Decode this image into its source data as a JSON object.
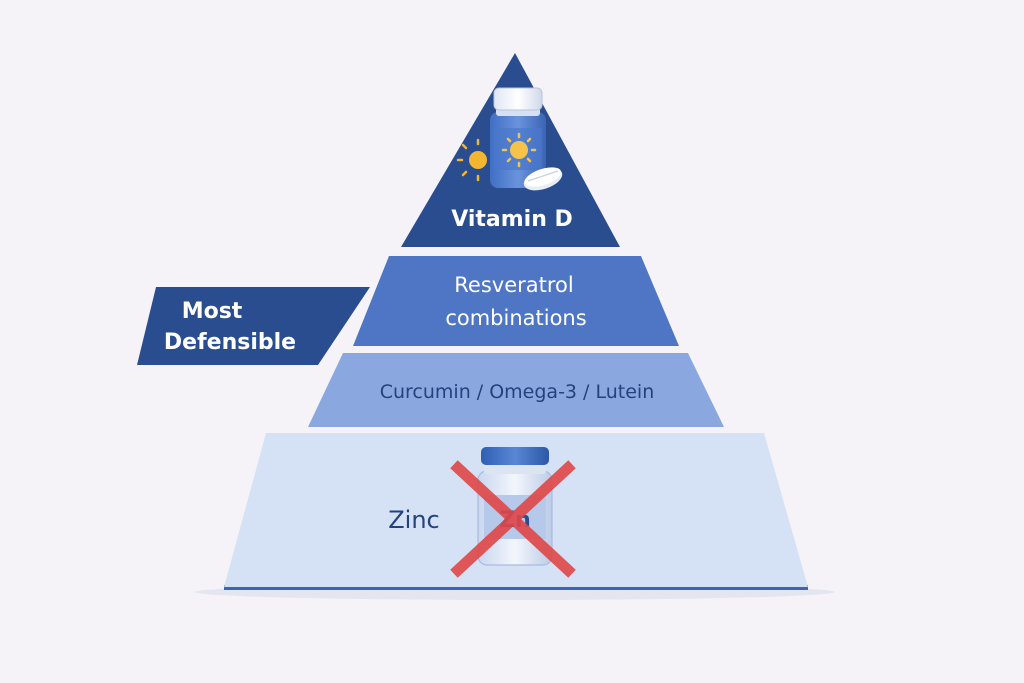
{
  "diagram": {
    "colors": {
      "background": "#f5f3f8",
      "tier_top": "#2a4d8f",
      "tier_second": "#4f76c4",
      "tier_third": "#8aa8df",
      "tier_bottom": "#d5e1f5",
      "callout": "#2a4d8f",
      "cross": "#e04747"
    },
    "callout": {
      "line1": "Most",
      "line2": "Defensible"
    },
    "tiers": [
      {
        "label": "Vitamin D",
        "icon": "vitamin-d-bottle-icon"
      },
      {
        "line1": "Resveratrol",
        "line2": "combinations"
      },
      {
        "label": "Curcumin / Omega-3 / Lutein"
      },
      {
        "label": "Zinc",
        "icon": "zinc-bottle-crossed-icon",
        "bottle_text": "Zn"
      }
    ]
  }
}
